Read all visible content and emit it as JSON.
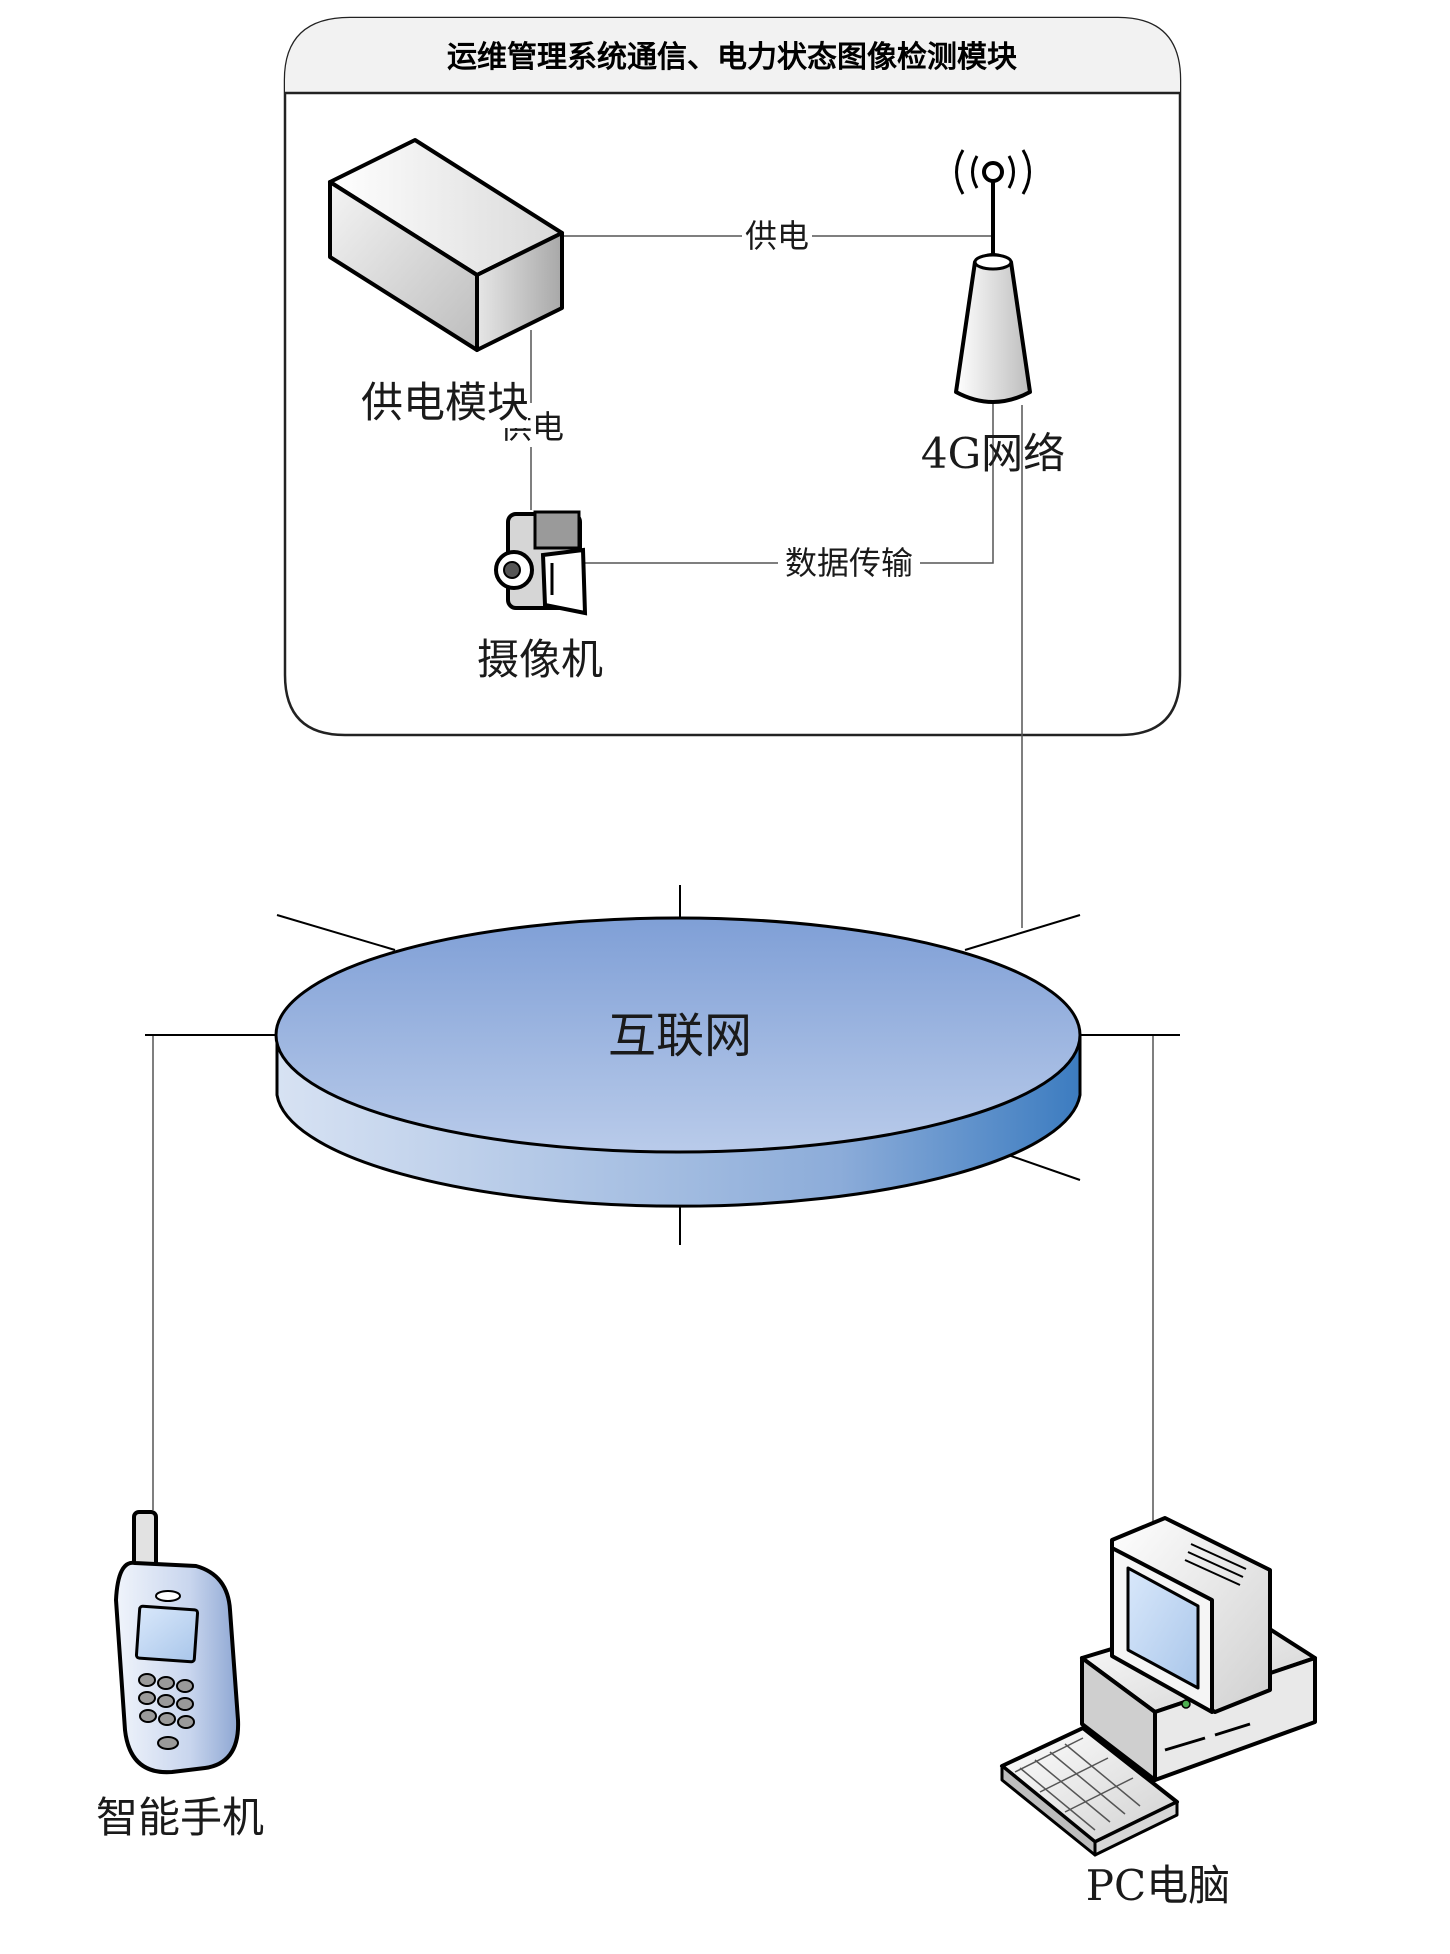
{
  "module": {
    "title": "运维管理系统通信、电力状态图像检测模块"
  },
  "nodes": {
    "power_module": "供电模块",
    "network_4g": "4G网络",
    "camera": "摄像机",
    "internet": "互联网",
    "smartphone": "智能手机",
    "pc": "PC电脑"
  },
  "edges": {
    "power_to_4g": "供电",
    "power_to_camera": "供电",
    "camera_to_4g": "数据传输"
  }
}
